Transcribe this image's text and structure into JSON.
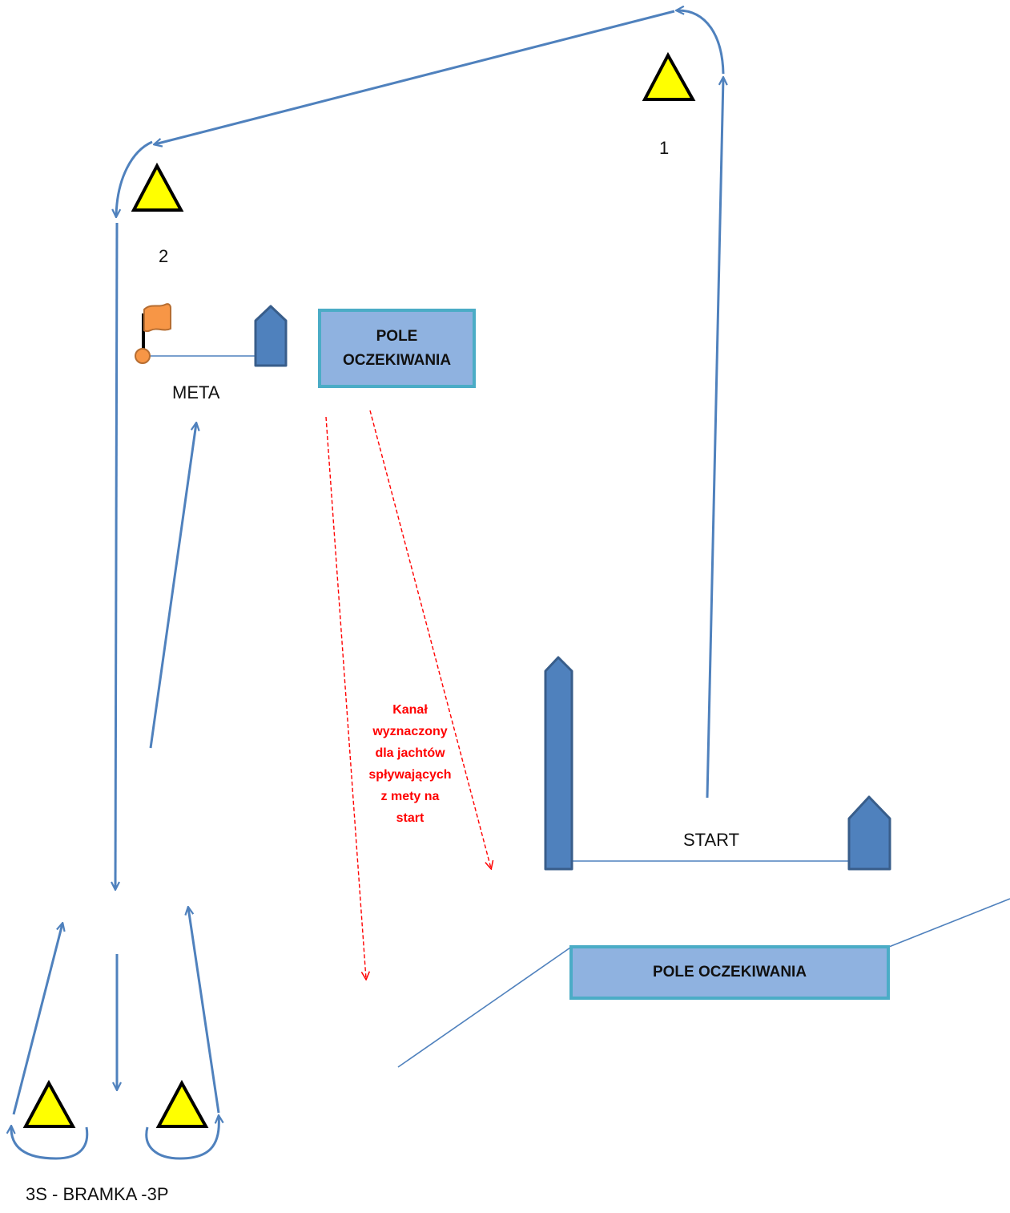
{
  "labels": {
    "mark1": "1",
    "mark2": "2",
    "finish": "META",
    "start": "START",
    "gate": "3S - BRAMKA -3P"
  },
  "waiting_area_top": {
    "line1": "POLE",
    "line2": "OCZEKIWANIA"
  },
  "waiting_area_bottom": {
    "text": "POLE OCZEKIWANIA"
  },
  "channel_note": {
    "lines": [
      "Kanał",
      "wyznaczony",
      "dla jachtów",
      "spływających",
      "z mety na",
      "start"
    ]
  },
  "colors": {
    "course_line": "#4f81bd",
    "mark_fill": "#ffff00",
    "boat_fill": "#4f81bd",
    "channel": "#ff0000",
    "flag": "#f79646",
    "box_fill": "#8fb2e0",
    "box_border": "#4bacc6"
  },
  "icons": {
    "marks": "triangle-buoy-icon",
    "boats": "committee-boat-icon",
    "flag": "orange-flag-icon"
  }
}
